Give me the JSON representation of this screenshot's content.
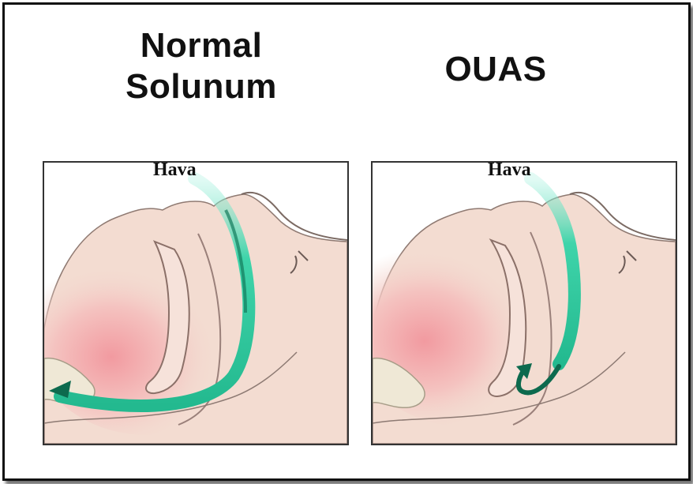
{
  "titles": {
    "normal_line1": "Normal",
    "normal_line2": "Solunum",
    "osa": "OUAS"
  },
  "panels": {
    "normal": {
      "air_label": "Hava"
    },
    "osa": {
      "air_label": "Hava"
    }
  },
  "colors": {
    "frame": "#111111",
    "skin": "#f2d8cc",
    "throat_pink": "#f0a7a9",
    "airflow_teal": "#29c99d",
    "airflow_dark": "#0d6a4e"
  }
}
